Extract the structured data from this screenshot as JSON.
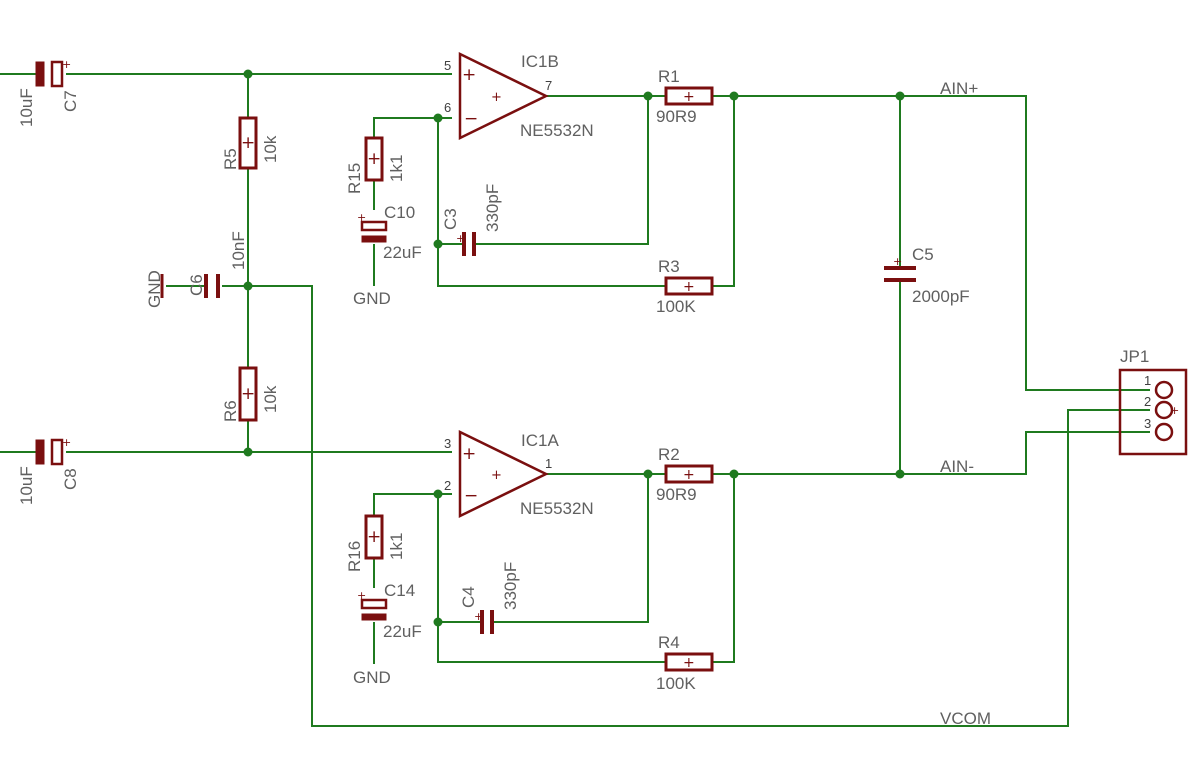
{
  "components": {
    "C7": {
      "ref": "C7",
      "value": "10uF"
    },
    "C8": {
      "ref": "C8",
      "value": "10uF"
    },
    "C6": {
      "ref": "C6",
      "value": "10nF"
    },
    "R5": {
      "ref": "R5",
      "value": "10k"
    },
    "R6": {
      "ref": "R6",
      "value": "10k"
    },
    "R15": {
      "ref": "R15",
      "value": "1k1"
    },
    "R16": {
      "ref": "R16",
      "value": "1k1"
    },
    "C10": {
      "ref": "C10",
      "value": "22uF"
    },
    "C14": {
      "ref": "C14",
      "value": "22uF"
    },
    "C3": {
      "ref": "C3",
      "value": "330pF"
    },
    "C4": {
      "ref": "C4",
      "value": "330pF"
    },
    "IC1B": {
      "ref": "IC1B",
      "value": "NE5532N"
    },
    "IC1A": {
      "ref": "IC1A",
      "value": "NE5532N"
    },
    "R1": {
      "ref": "R1",
      "value": "90R9"
    },
    "R2": {
      "ref": "R2",
      "value": "90R9"
    },
    "R3": {
      "ref": "R3",
      "value": "100K"
    },
    "R4": {
      "ref": "R4",
      "value": "100K"
    },
    "C5": {
      "ref": "C5",
      "value": "2000pF"
    },
    "JP1": {
      "ref": "JP1",
      "pins": [
        "1",
        "2",
        "3"
      ]
    }
  },
  "ic_pins": {
    "IC1B": {
      "plus": "5",
      "minus": "6",
      "out": "7"
    },
    "IC1A": {
      "plus": "3",
      "minus": "2",
      "out": "1"
    }
  },
  "nets": {
    "gnd": "GND",
    "ain_plus": "AIN+",
    "ain_minus": "AIN-",
    "vcom": "VCOM"
  },
  "colors": {
    "wire": "#1f7a1f",
    "part": "#7a0f0f",
    "label": "#606060"
  }
}
